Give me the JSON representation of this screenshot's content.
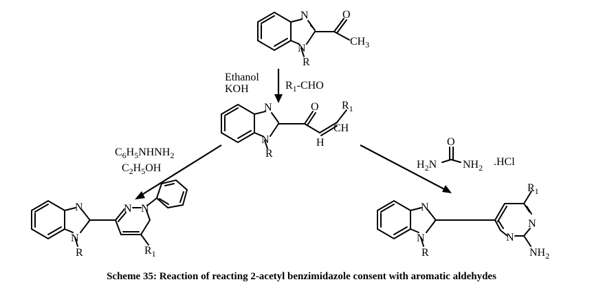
{
  "caption": "Scheme 35: Reaction of reacting 2-acetyl benzimidazole consent with aromatic aldehydes",
  "step1": {
    "reagent_left_1": "Ethanol",
    "reagent_left_2": "KOH",
    "reagent_right": "R1-CHO"
  },
  "step2_left": {
    "reagent_1": "C6H5NHNH2",
    "reagent_2": "C2H5OH"
  },
  "step2_right": {
    "reagent_nh2_left": "H2N",
    "reagent_nh2_right": "NH2",
    "reagent_salt": ".HCl",
    "reagent_o": "O"
  },
  "atoms": {
    "n": "N",
    "o": "O",
    "r": "R",
    "r1": "R1",
    "ch3": "CH3",
    "ch": "CH",
    "h": "H",
    "nh2": "NH2"
  }
}
